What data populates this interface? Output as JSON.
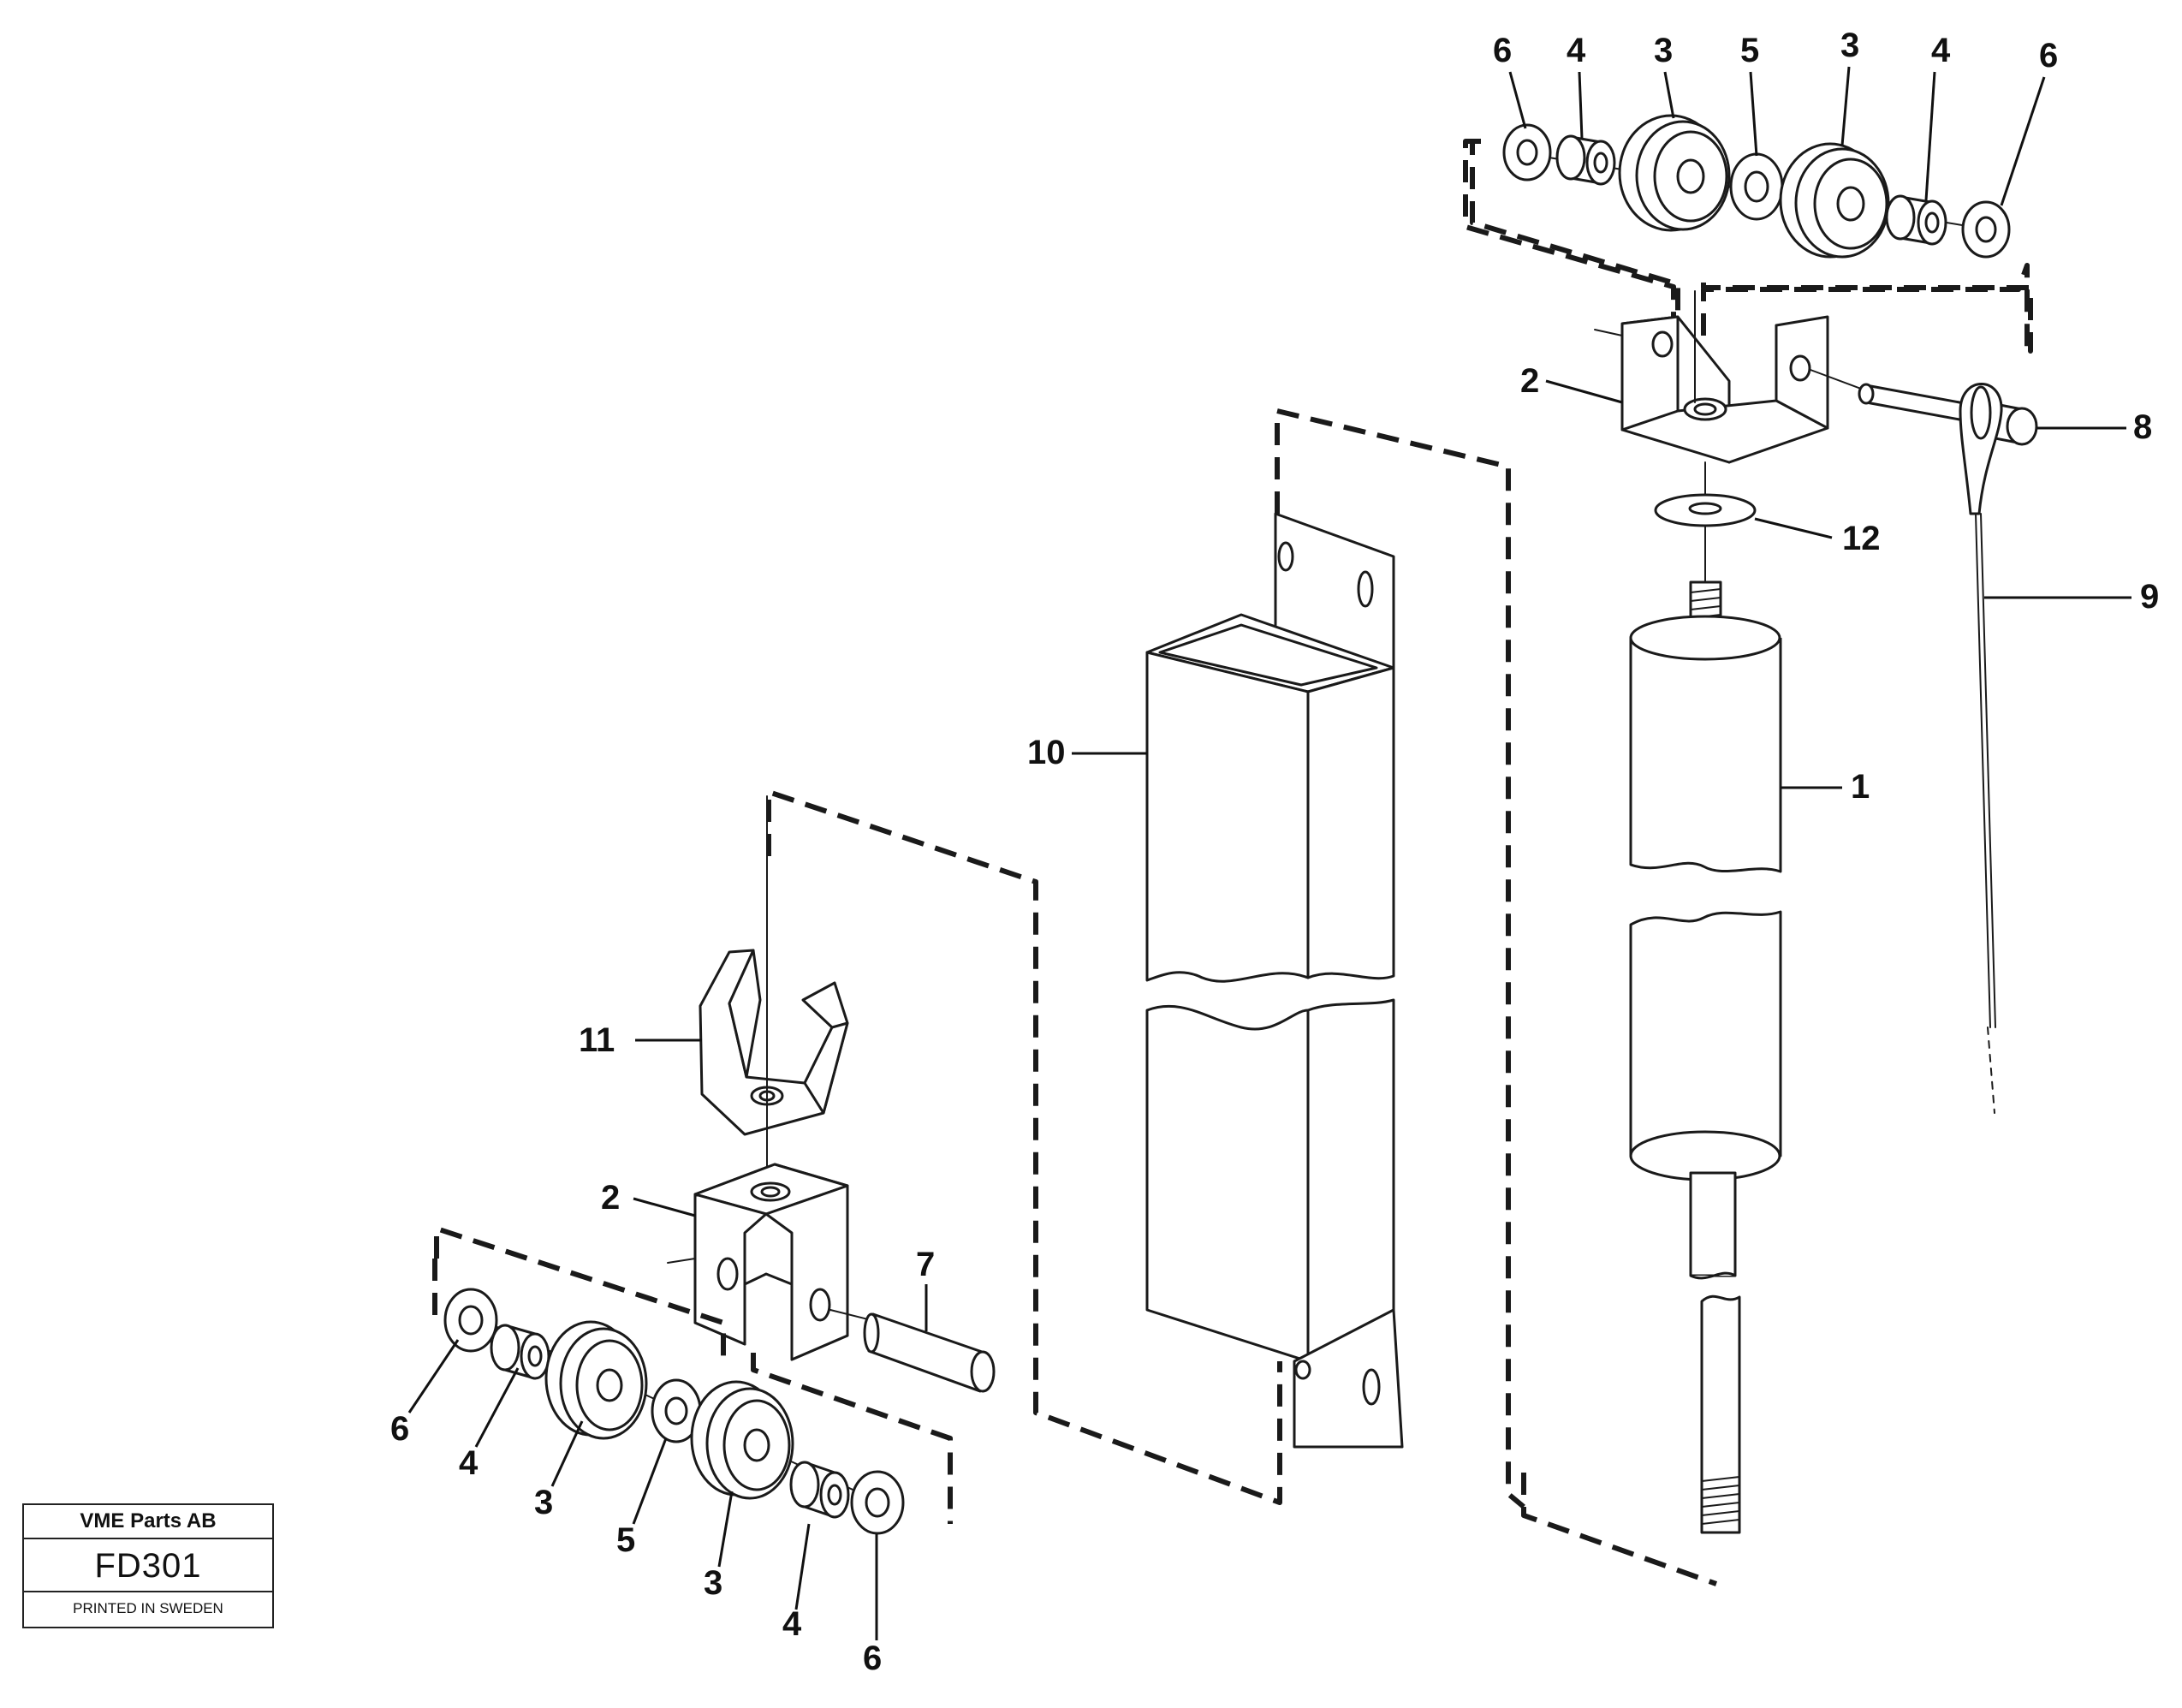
{
  "title_block": {
    "company": "VME Parts AB",
    "code": "FD301",
    "printed": "PRINTED IN SWEDEN"
  },
  "callouts": {
    "top_assembly": [
      "6",
      "4",
      "3",
      "5",
      "3",
      "4",
      "6"
    ],
    "right_parts": [
      "2",
      "8",
      "12",
      "9",
      "1"
    ],
    "center_parts": [
      "10"
    ],
    "left_parts": [
      "11",
      "2",
      "7"
    ],
    "bottom_assembly": [
      "6",
      "4",
      "3",
      "5",
      "3",
      "4",
      "6"
    ]
  }
}
